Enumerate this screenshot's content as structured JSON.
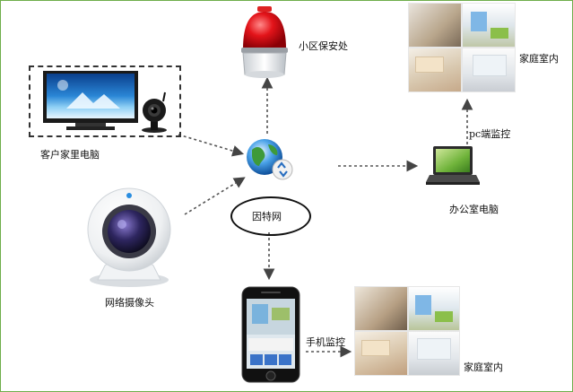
{
  "nodes": {
    "alarm": "小区保安处",
    "home_top": "家庭室内",
    "pc_monitor": "pc端监控",
    "home_pc": "客户家里电脑",
    "internet": "因特网",
    "office_pc": "办公室电脑",
    "webcam": "网络摄像头",
    "mobile_monitor": "手机监控",
    "home_bottom": "家庭室内"
  },
  "colors": {
    "accent_border": "#6fae4b",
    "alarm_red": "#e3141a",
    "arrow": "#555555"
  }
}
